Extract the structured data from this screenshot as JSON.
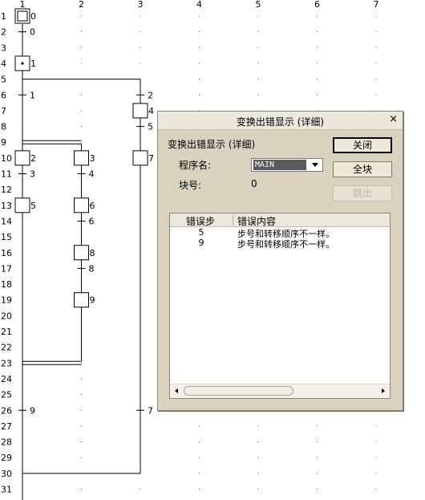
{
  "sfc": {
    "columns": [
      "1",
      "2",
      "3",
      "4",
      "5",
      "6",
      "7"
    ],
    "rows": [
      "1",
      "2",
      "3",
      "4",
      "5",
      "6",
      "7",
      "8",
      "9",
      "10",
      "11",
      "12",
      "13",
      "14",
      "15",
      "16",
      "17",
      "18",
      "19",
      "20",
      "21",
      "22",
      "23",
      "24",
      "25",
      "26",
      "27",
      "28",
      "29",
      "30",
      "31"
    ],
    "steps": [
      {
        "label": "0",
        "type": "initial",
        "row": 1,
        "col": 1
      },
      {
        "label": "1",
        "type": "active",
        "row": 4,
        "col": 1
      },
      {
        "label": "4",
        "type": "step",
        "row": 7,
        "col": 3
      },
      {
        "label": "2",
        "type": "step",
        "row": 10,
        "col": 1
      },
      {
        "label": "3",
        "type": "step",
        "row": 10,
        "col": 2
      },
      {
        "label": "7",
        "type": "step",
        "row": 10,
        "col": 3
      },
      {
        "label": "5",
        "type": "step",
        "row": 13,
        "col": 1
      },
      {
        "label": "6",
        "type": "step",
        "row": 13,
        "col": 2
      },
      {
        "label": "8",
        "type": "step",
        "row": 16,
        "col": 2
      },
      {
        "label": "9",
        "type": "step",
        "row": 19,
        "col": 2
      }
    ],
    "transitions": [
      {
        "label": "0",
        "row": 2,
        "col": 1
      },
      {
        "label": "1",
        "row": 6,
        "col": 1
      },
      {
        "label": "2",
        "row": 6,
        "col": 3
      },
      {
        "label": "5",
        "row": 8,
        "col": 3
      },
      {
        "label": "3",
        "row": 11,
        "col": 1
      },
      {
        "label": "4",
        "row": 11,
        "col": 2
      },
      {
        "label": "6",
        "row": 14,
        "col": 2
      },
      {
        "label": "8",
        "row": 17,
        "col": 2
      },
      {
        "label": "9",
        "row": 26,
        "col": 1
      },
      {
        "label": "7",
        "row": 26,
        "col": 3
      }
    ]
  },
  "dialog": {
    "title": "变换出错显示 (详细)",
    "heading": "变换出错显示 (详细)",
    "program_label": "程序名:",
    "program_value": "MAIN",
    "block_label": "块号:",
    "block_value": "0",
    "buttons": {
      "close": "关闭",
      "all_blocks": "全块",
      "jump": "跳出"
    },
    "table": {
      "headers": [
        "错误步",
        "错误内容"
      ],
      "rows": [
        {
          "step": "5",
          "content": "步号和转移顺序不一样。"
        },
        {
          "step": "9",
          "content": "步号和转移顺序不一样。"
        }
      ]
    }
  }
}
